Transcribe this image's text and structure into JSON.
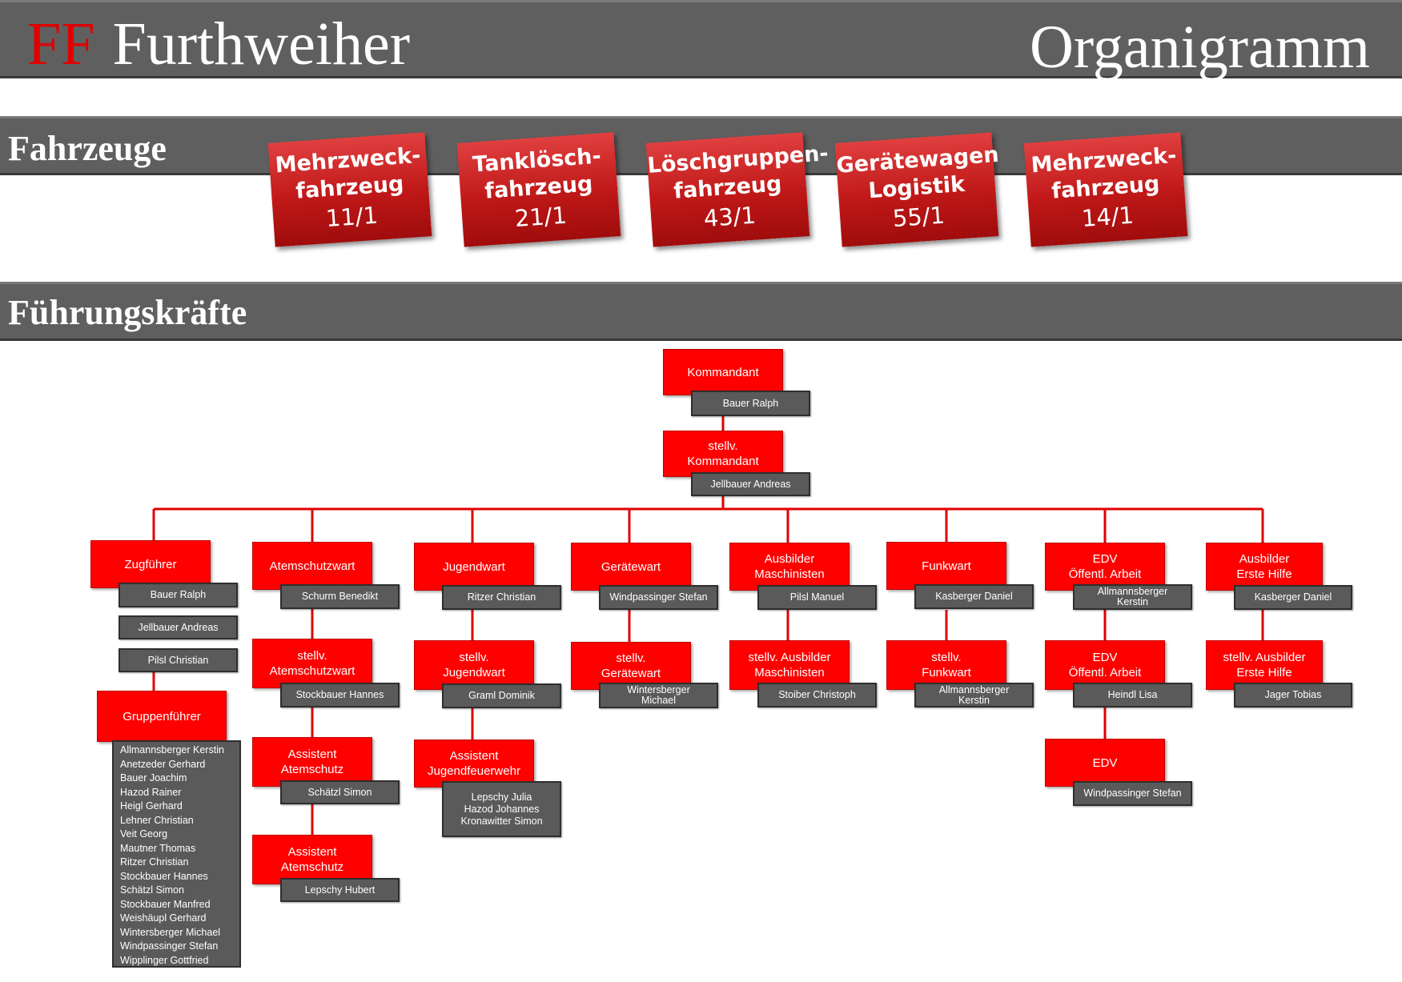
{
  "header": {
    "prefix": "FF",
    "name": "Furthweiher",
    "title": "Organigramm"
  },
  "sections": {
    "vehicles": "Fahrzeuge",
    "leaders": "Führungskräfte"
  },
  "vehicles": [
    {
      "name1": "Mehrzweck-",
      "name2": "fahrzeug",
      "number": "11/1"
    },
    {
      "name1": "Tanklösch-",
      "name2": "fahrzeug",
      "number": "21/1"
    },
    {
      "name1": "Löschgruppen-",
      "name2": "fahrzeug",
      "number": "43/1"
    },
    {
      "name1": "Gerätewagen",
      "name2": "Logistik",
      "number": "55/1"
    },
    {
      "name1": "Mehrzweck-",
      "name2": "fahrzeug",
      "number": "14/1"
    }
  ],
  "top": {
    "kommandant": {
      "role": "Kommandant",
      "person": "Bauer Ralph"
    },
    "stellv": {
      "role1": "stellv.",
      "role2": "Kommandant",
      "person": "Jellbauer Andreas"
    }
  },
  "zug": {
    "role": "Zugführer",
    "persons": [
      "Bauer Ralph",
      "Jellbauer Andreas",
      "Pilsl Christian"
    ],
    "gruppen_role": "Gruppenführer",
    "gruppen": [
      "Allmannsberger Kerstin",
      "Anetzeder Gerhard",
      "Bauer Joachim",
      "Hazod Rainer",
      "Heigl Gerhard",
      "Lehner Christian",
      "Veit Georg",
      "Mautner Thomas",
      "Ritzer Christian",
      "Stockbauer Hannes",
      "Schätzl Simon",
      "Stockbauer Manfred",
      "Weishäupl Gerhard",
      "Wintersberger Michael",
      "Windpassinger Stefan",
      "Wipplinger Gottfried"
    ]
  },
  "atem": [
    {
      "role1": "Atemschutzwart",
      "role2": "",
      "person": "Schurm Benedikt"
    },
    {
      "role1": "stellv.",
      "role2": "Atemschutzwart",
      "person": "Stockbauer Hannes"
    },
    {
      "role1": "Assistent",
      "role2": "Atemschutz",
      "person": "Schätzl Simon"
    },
    {
      "role1": "Assistent",
      "role2": "Atemschutz",
      "person": "Lepschy Hubert"
    }
  ],
  "jugend": [
    {
      "role1": "Jugendwart",
      "role2": "",
      "person": "Ritzer Christian"
    },
    {
      "role1": "stellv.",
      "role2": "Jugendwart",
      "person": "Graml Dominik"
    },
    {
      "role1": "Assistent",
      "role2": "Jugendfeuerwehr",
      "persons": [
        "Lepschy Julia",
        "Hazod Johannes",
        "Kronawitter Simon"
      ]
    }
  ],
  "geraete": [
    {
      "role1": "Gerätewart",
      "role2": "",
      "person": "Windpassinger Stefan"
    },
    {
      "role1": "stellv.",
      "role2": "Gerätewart",
      "p1": "Wintersberger",
      "p2": "Michael"
    }
  ],
  "masch": [
    {
      "role1": "Ausbilder",
      "role2": "Maschinisten",
      "person": "Pilsl Manuel"
    },
    {
      "role1": "stellv. Ausbilder",
      "role2": "Maschinisten",
      "person": "Stoiber Christoph"
    }
  ],
  "funk": [
    {
      "role1": "Funkwart",
      "role2": "",
      "person": "Kasberger Daniel"
    },
    {
      "role1": "stellv.",
      "role2": "Funkwart",
      "p1": "Allmannsberger",
      "p2": "Kerstin"
    }
  ],
  "edv": [
    {
      "role1": "EDV",
      "role2": "Öffentl. Arbeit",
      "p1": "Allmannsberger",
      "p2": "Kerstin"
    },
    {
      "role1": "EDV",
      "role2": "Öffentl. Arbeit",
      "person": "Heindl Lisa"
    },
    {
      "role1": "EDV",
      "role2": "",
      "person": "Windpassinger Stefan"
    }
  ],
  "erste": [
    {
      "role1": "Ausbilder",
      "role2": "Erste Hilfe",
      "person": "Kasberger Daniel"
    },
    {
      "role1": "stellv. Ausbilder",
      "role2": "Erste Hilfe",
      "person": "Jager Tobias"
    }
  ],
  "colors": {
    "accent": "#ff0000",
    "bar": "#5f5f5f",
    "personBox": "#5a5a5a",
    "line": "#e00000"
  }
}
